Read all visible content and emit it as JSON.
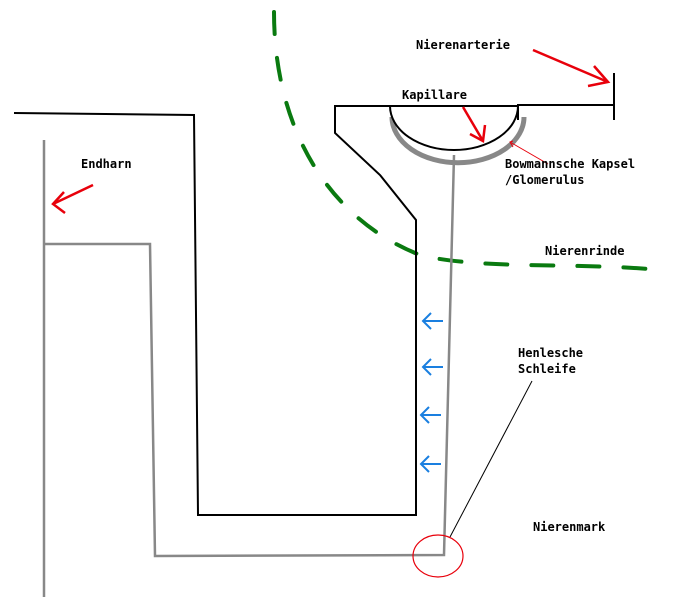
{
  "labels": {
    "nierenarterie": "Nierenarterie",
    "kapillare": "Kapillare",
    "endharn": "Endharn",
    "bowman_line1": "Bowmannsche Kapsel",
    "bowman_line2": "/Glomerulus",
    "nierenrinde": "Nierenrinde",
    "henle_line1": "Henlesche",
    "henle_line2": "Schleife",
    "nierenmark": "Nierenmark"
  },
  "colors": {
    "tubule_outer": "#000000",
    "tubule_inner": "#888888",
    "arrow_red": "#e8000b",
    "boundary_green": "#0a7a10",
    "flow_blue": "#1a7fe0",
    "marker_circle": "#e8000b"
  },
  "icons": {
    "flow_arrow": "left-arrow-icon",
    "red_arrow": "arrow-icon"
  }
}
